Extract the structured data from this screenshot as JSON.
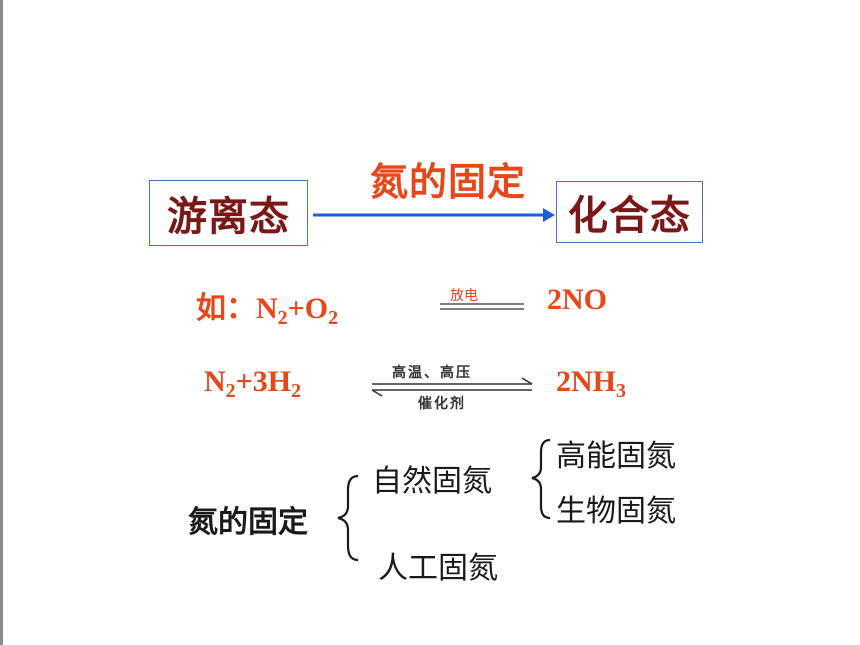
{
  "diagram": {
    "left_state": "游离态",
    "right_state": "化合态",
    "arrow_label": "氮的固定"
  },
  "reactions": [
    {
      "prefix": "如：",
      "lhs_parts": [
        "N",
        "2",
        "+O",
        "2"
      ],
      "condition_top": "放电",
      "rhs": "2NO"
    },
    {
      "lhs_parts": [
        "N",
        "2",
        "+3H",
        "2"
      ],
      "condition_top": "高温、高压",
      "condition_bottom": "催化剂",
      "rhs_parts": [
        "2NH",
        "3"
      ]
    }
  ],
  "classification": {
    "root": "氮的固定",
    "natural": "自然固氮",
    "natural_children": [
      "高能固氮",
      "生物固氮"
    ],
    "artificial": "人工固氮"
  },
  "colors": {
    "accent": "#e8471a",
    "box_border": "#4a74c9",
    "arrow": "#1f5fd6",
    "state_text": "#7a1818"
  }
}
